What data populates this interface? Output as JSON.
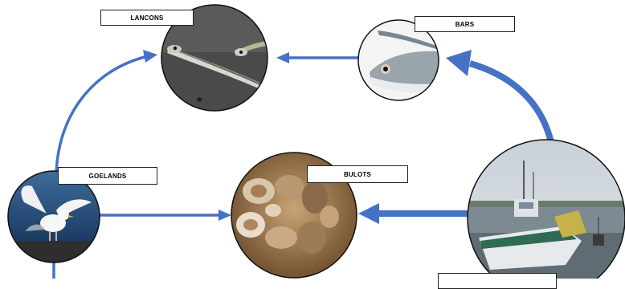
{
  "nodes": {
    "lancons": {
      "label": "LANCONS",
      "icon": "sand-eel-photo"
    },
    "bars": {
      "label": "BARS",
      "icon": "sea-bass-photo"
    },
    "goelands": {
      "label": "GOELANDS",
      "icon": "gull-photo"
    },
    "bulots": {
      "label": "BULOTS",
      "icon": "whelk-photo"
    },
    "boat": {
      "label": "",
      "icon": "fishing-boat-photo"
    }
  },
  "colors": {
    "arrow": "#4472c4",
    "label_border": "#222222",
    "label_bg": "#ffffff"
  }
}
